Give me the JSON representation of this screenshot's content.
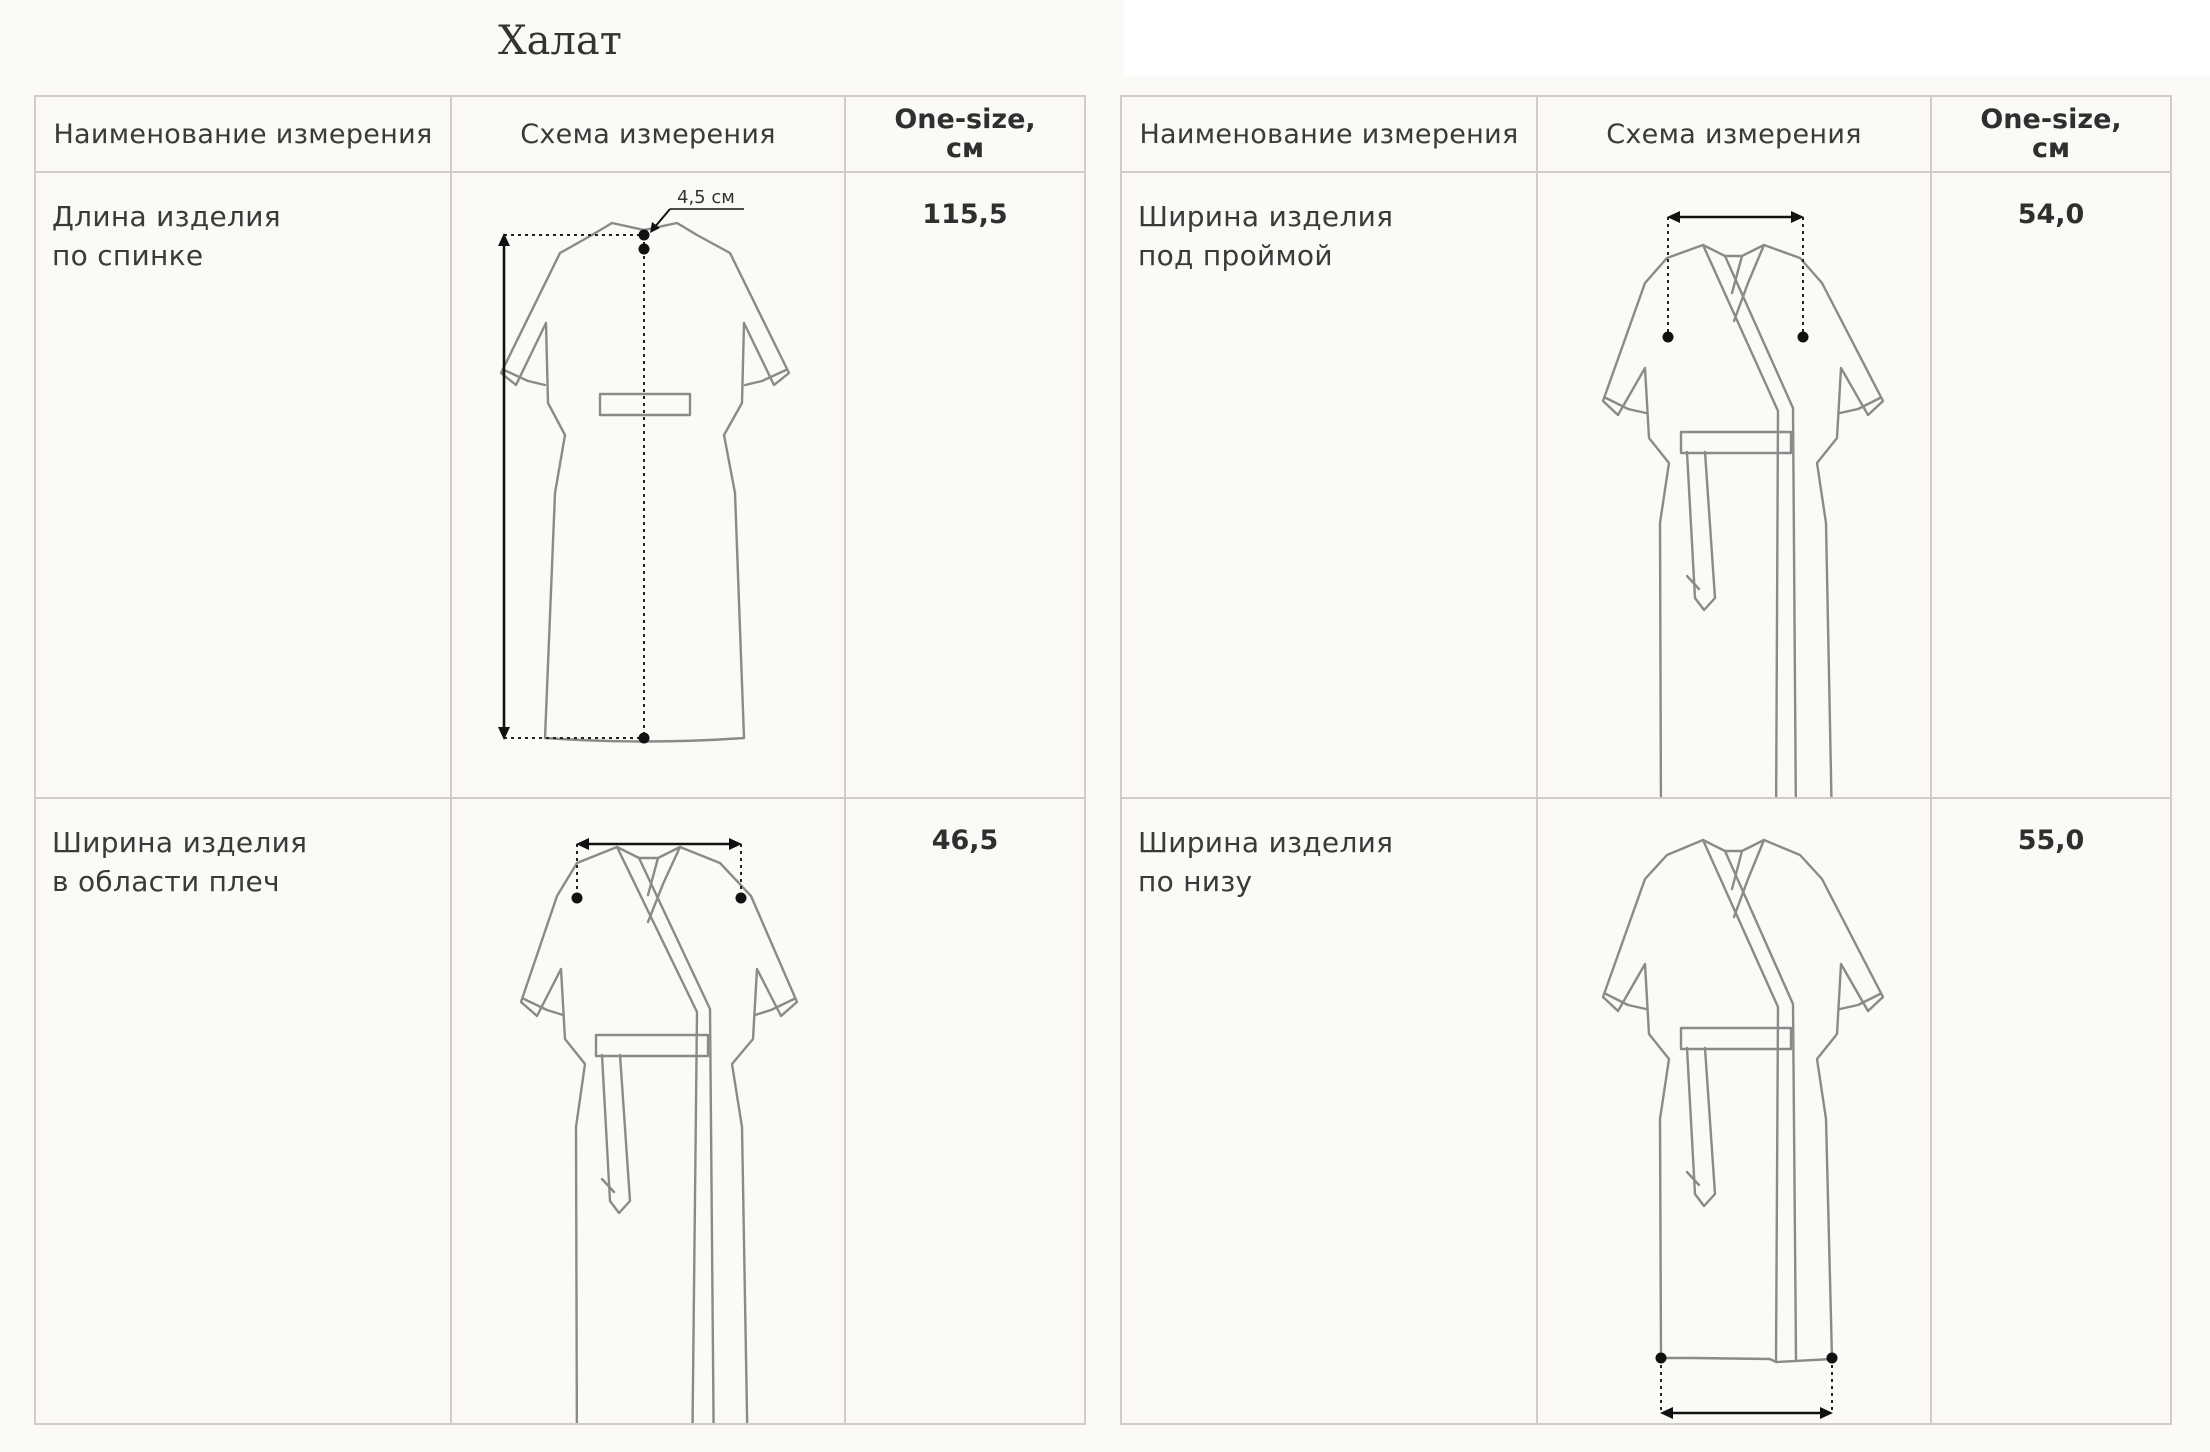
{
  "title": "Халат",
  "tables": [
    {
      "header": {
        "name": "Наименование измерения",
        "scheme": "Схема измерения",
        "size_line1": "One-size,",
        "size_line2": "см"
      },
      "rows": [
        {
          "name_line1": "Длина изделия",
          "name_line2": "по спинке",
          "value": "115,5",
          "annotation": "4,5 см",
          "diagram_icon": "robe-back-length-diagram"
        },
        {
          "name_line1": "Ширина изделия",
          "name_line2": "в области плеч",
          "value": "46,5",
          "diagram_icon": "robe-shoulder-width-diagram"
        }
      ]
    },
    {
      "header": {
        "name": "Наименование измерения",
        "scheme": "Схема измерения",
        "size_line1": "One-size,",
        "size_line2": "см"
      },
      "rows": [
        {
          "name_line1": "Ширина изделия",
          "name_line2": "под проймой",
          "value": "54,0",
          "diagram_icon": "robe-armhole-width-diagram"
        },
        {
          "name_line1": "Ширина изделия",
          "name_line2": "по низу",
          "value": "55,0",
          "diagram_icon": "robe-hem-width-diagram"
        }
      ]
    }
  ]
}
